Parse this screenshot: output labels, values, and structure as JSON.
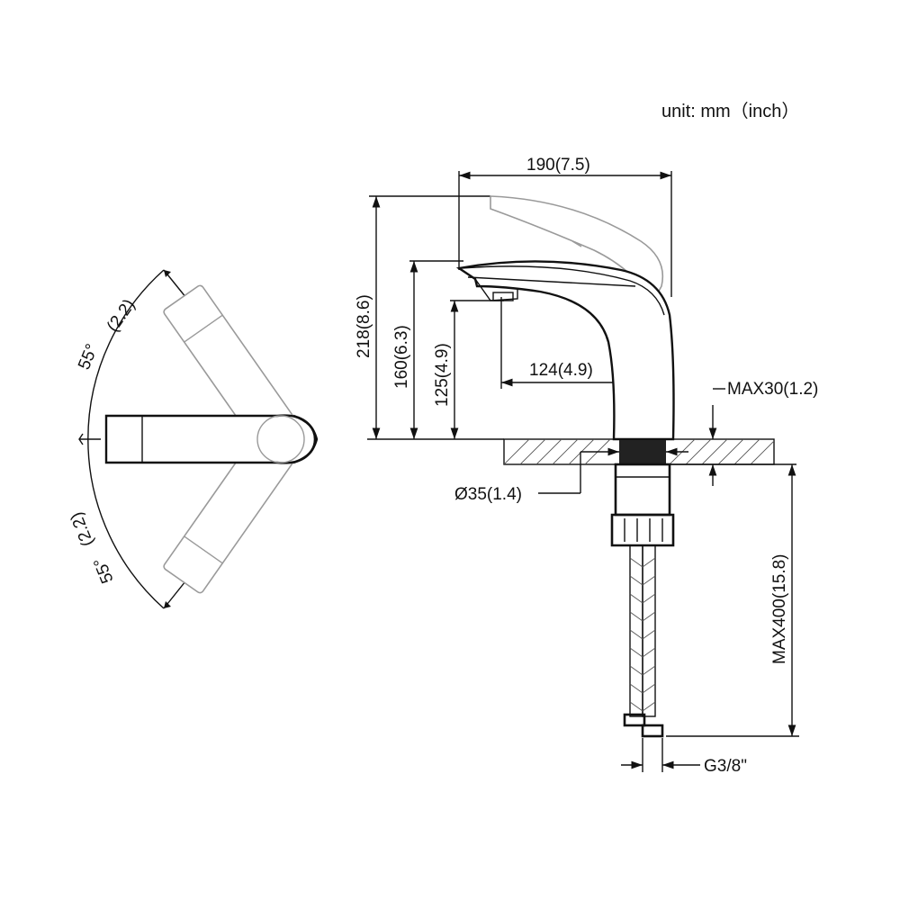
{
  "unit_note": "unit: mm（inch）",
  "top_view": {
    "angle_upper": "55°",
    "angle_upper_inch": "(2.2)",
    "angle_lower": "55°",
    "angle_lower_inch": "(2.2)"
  },
  "side_view": {
    "width_total": "190(7.5)",
    "height_total": "218(8.6)",
    "height_spout": "160(6.3)",
    "height_outlet": "125(4.9)",
    "reach": "124(4.9)",
    "max_deck": "MAX30(1.2)",
    "hole_diameter": "Ø35(1.4)",
    "max_hose": "MAX400(15.8)",
    "thread": "G3/8\""
  },
  "colors": {
    "line": "#111111",
    "ghost": "#9a9a9a",
    "background": "#ffffff"
  }
}
